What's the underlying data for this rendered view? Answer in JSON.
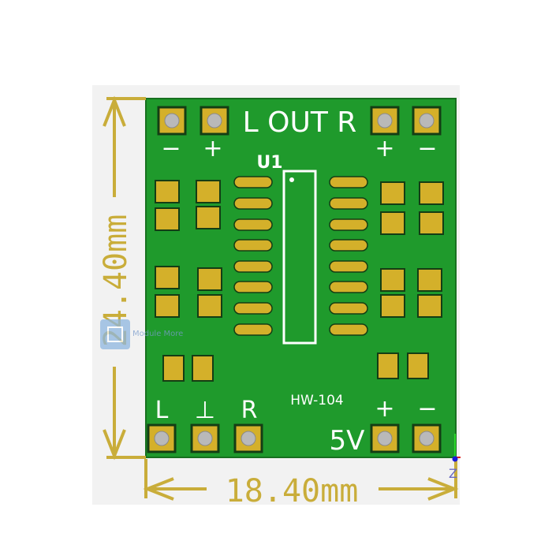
{
  "board": {
    "title_label": "L OUT R",
    "top_left_minus": "−",
    "top_left_plus": "+",
    "top_right_plus": "+",
    "top_right_minus": "−",
    "chip_ref": "U1",
    "model": "HW-104",
    "bottom_left_l": "L",
    "bottom_left_gnd": "⊥",
    "bottom_left_r": "R",
    "power_label": "5V",
    "bottom_right_plus": "+",
    "bottom_right_minus": "−"
  },
  "dimensions": {
    "height": "24.40mm",
    "width": "18.40mm"
  },
  "watermark": "Module More",
  "axis_label": "Z",
  "colors": {
    "board": "#1f9a2c",
    "pad": "#d4b02a",
    "silkscreen": "#ffffff",
    "dimension": "#c9ad3a",
    "background": "#f2f2f2"
  }
}
